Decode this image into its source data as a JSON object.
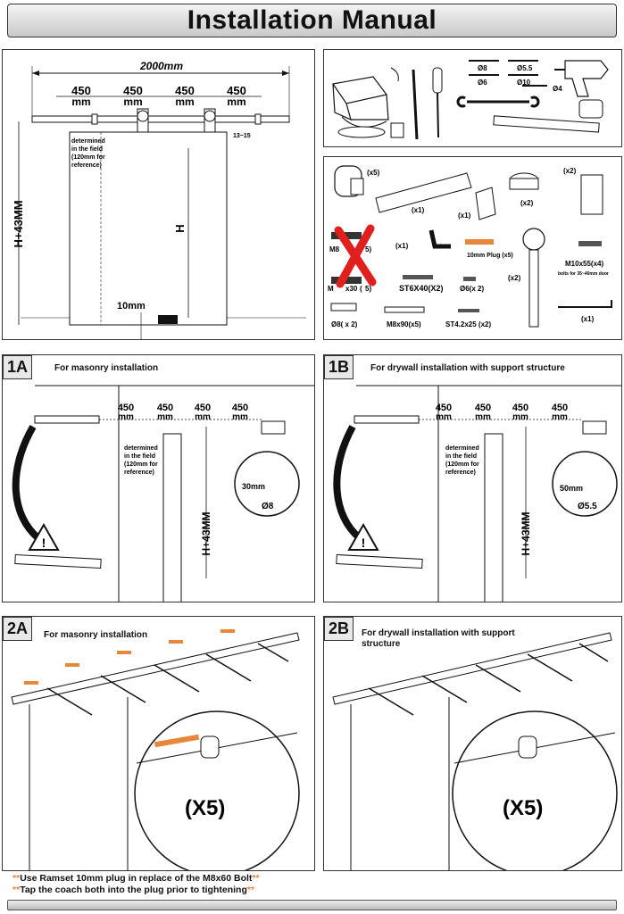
{
  "title": "Installation Manual",
  "overview": {
    "total_width": "2000mm",
    "spacings": [
      "450",
      "450",
      "450",
      "450"
    ],
    "spacing_unit": "mm",
    "field_note": [
      "determined",
      "in the field",
      "(120mm for",
      "reference)"
    ],
    "gap_label": "13~15",
    "height_total": "H+43MM",
    "height_door": "H",
    "floor_gap": "10mm"
  },
  "tools": {
    "bits_row1": [
      "Ø8",
      "Ø5.5"
    ],
    "bits_row2": [
      "Ø6",
      "Ø10"
    ],
    "bits_row3": [
      "Ø4"
    ]
  },
  "parts": {
    "wheel_qty": "(x5)",
    "rail_qty": "(x1)",
    "stopper_qty": "(x1)",
    "floor_guide_qty": "(x2)",
    "hanger_block_qty": "(x2)",
    "bolt_crossed": "M8",
    "bolt_crossed_qty": "5)",
    "angle_qty": "(x1)",
    "plug_label": "10mm Plug (x5)",
    "hanger_qty": "(x2)",
    "bolt_m10": "M10x55(x4)",
    "bolt_m10_note": "bolts for 35~40mm door",
    "m_x30": "M",
    "m_x30_b": "x30",
    "m_x30_c": "(",
    "m_x30_d": "5)",
    "st6": "ST6X40(X2)",
    "o6": "Ø6(x 2)",
    "hex_key_qty": "(x1)",
    "o8": "Ø8( x 2)",
    "m8x90": "M8x90(x5)",
    "st42": "ST4.2x25 (x2)"
  },
  "step1a": {
    "tag": "1A",
    "caption": "For masonry installation",
    "spacings": [
      "450",
      "450",
      "450",
      "450"
    ],
    "unit": "mm",
    "field_note": [
      "determined",
      "in the field",
      "(120mm for",
      "reference)"
    ],
    "height": "H+43MM",
    "depth": "30mm",
    "bit": "Ø8"
  },
  "step1b": {
    "tag": "1B",
    "caption": "For drywall installation with  support structure",
    "spacings": [
      "450",
      "450",
      "450",
      "450"
    ],
    "unit": "mm",
    "field_note": [
      "determined",
      "in the field",
      "(120mm for",
      "reference)"
    ],
    "height": "H+43MM",
    "depth": "50mm",
    "bit": "Ø5.5"
  },
  "step2a": {
    "tag": "2A",
    "caption": "For masonry installation",
    "count": "(X5)"
  },
  "step2b": {
    "tag": "2B",
    "caption_line1": "For drywall installation with  support",
    "caption_line2": "structure",
    "count": "(X5)"
  },
  "notes": [
    "Use Ramset 10mm plug in replace of the M8x60 Bolt",
    "Tap the coach both into the plug prior to tightening"
  ],
  "colors": {
    "accent_orange": "#e8863a",
    "cross_red": "#e0201e"
  }
}
